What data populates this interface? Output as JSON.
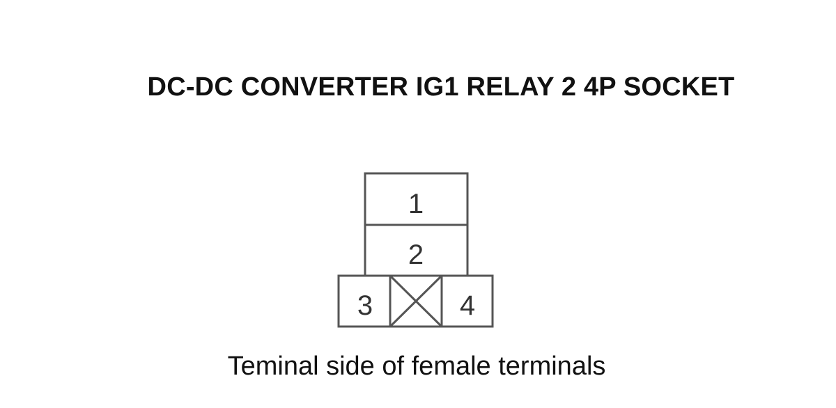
{
  "title": "DC-DC CONVERTER IG1 RELAY 2 4P SOCKET",
  "connector": {
    "terminals": [
      {
        "id": "1",
        "label": "1"
      },
      {
        "id": "2",
        "label": "2"
      },
      {
        "id": "3",
        "label": "3"
      },
      {
        "id": "4",
        "label": "4"
      }
    ],
    "blank_cavity": "x-mark-icon"
  },
  "caption": "Teminal side of female terminals",
  "colors": {
    "line": "#555555",
    "text": "#111111",
    "background": "#ffffff"
  }
}
